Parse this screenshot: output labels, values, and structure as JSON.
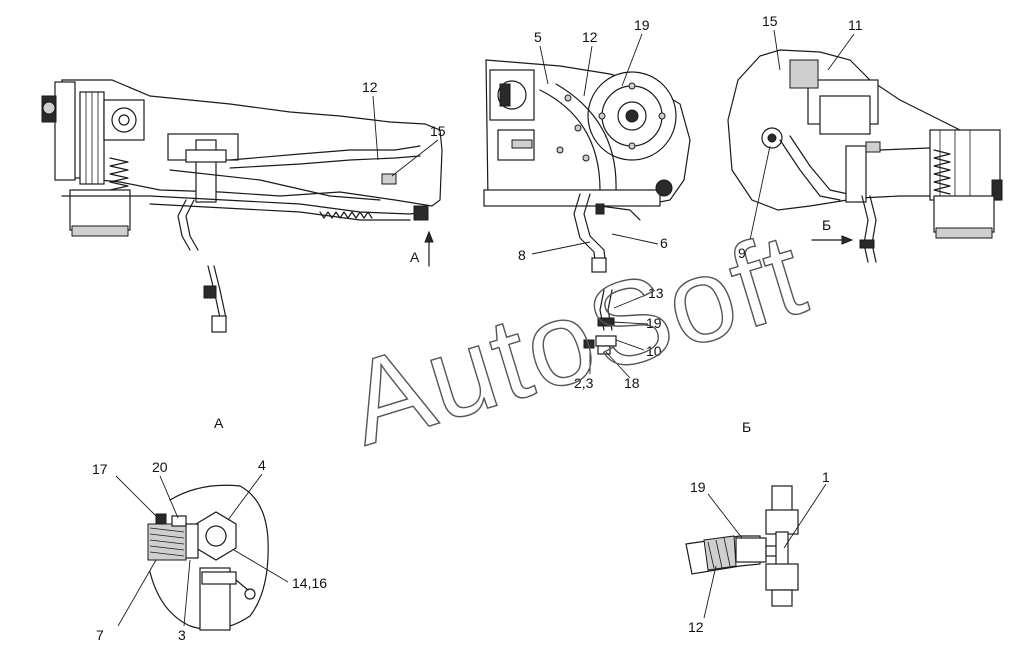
{
  "watermark": "AutoSoft",
  "views": {
    "view_a_caption": "А",
    "view_b_caption": "Б",
    "arrow_a_label": "А",
    "arrow_b_label": "Б"
  },
  "callouts": {
    "left_12": "12",
    "left_15": "15",
    "mid_5": "5",
    "mid_12": "12",
    "mid_19": "19",
    "mid_8": "8",
    "mid_6": "6",
    "mid_13": "13",
    "mid_19b": "19",
    "mid_10": "10",
    "mid_18": "18",
    "mid_23": "2,3",
    "right_15": "15",
    "right_11": "11",
    "right_9": "9",
    "detA_17": "17",
    "detA_20": "20",
    "detA_4": "4",
    "detA_1416": "14,16",
    "detA_7": "7",
    "detA_3": "3",
    "detB_19": "19",
    "detB_1": "1",
    "detB_12": "12"
  }
}
